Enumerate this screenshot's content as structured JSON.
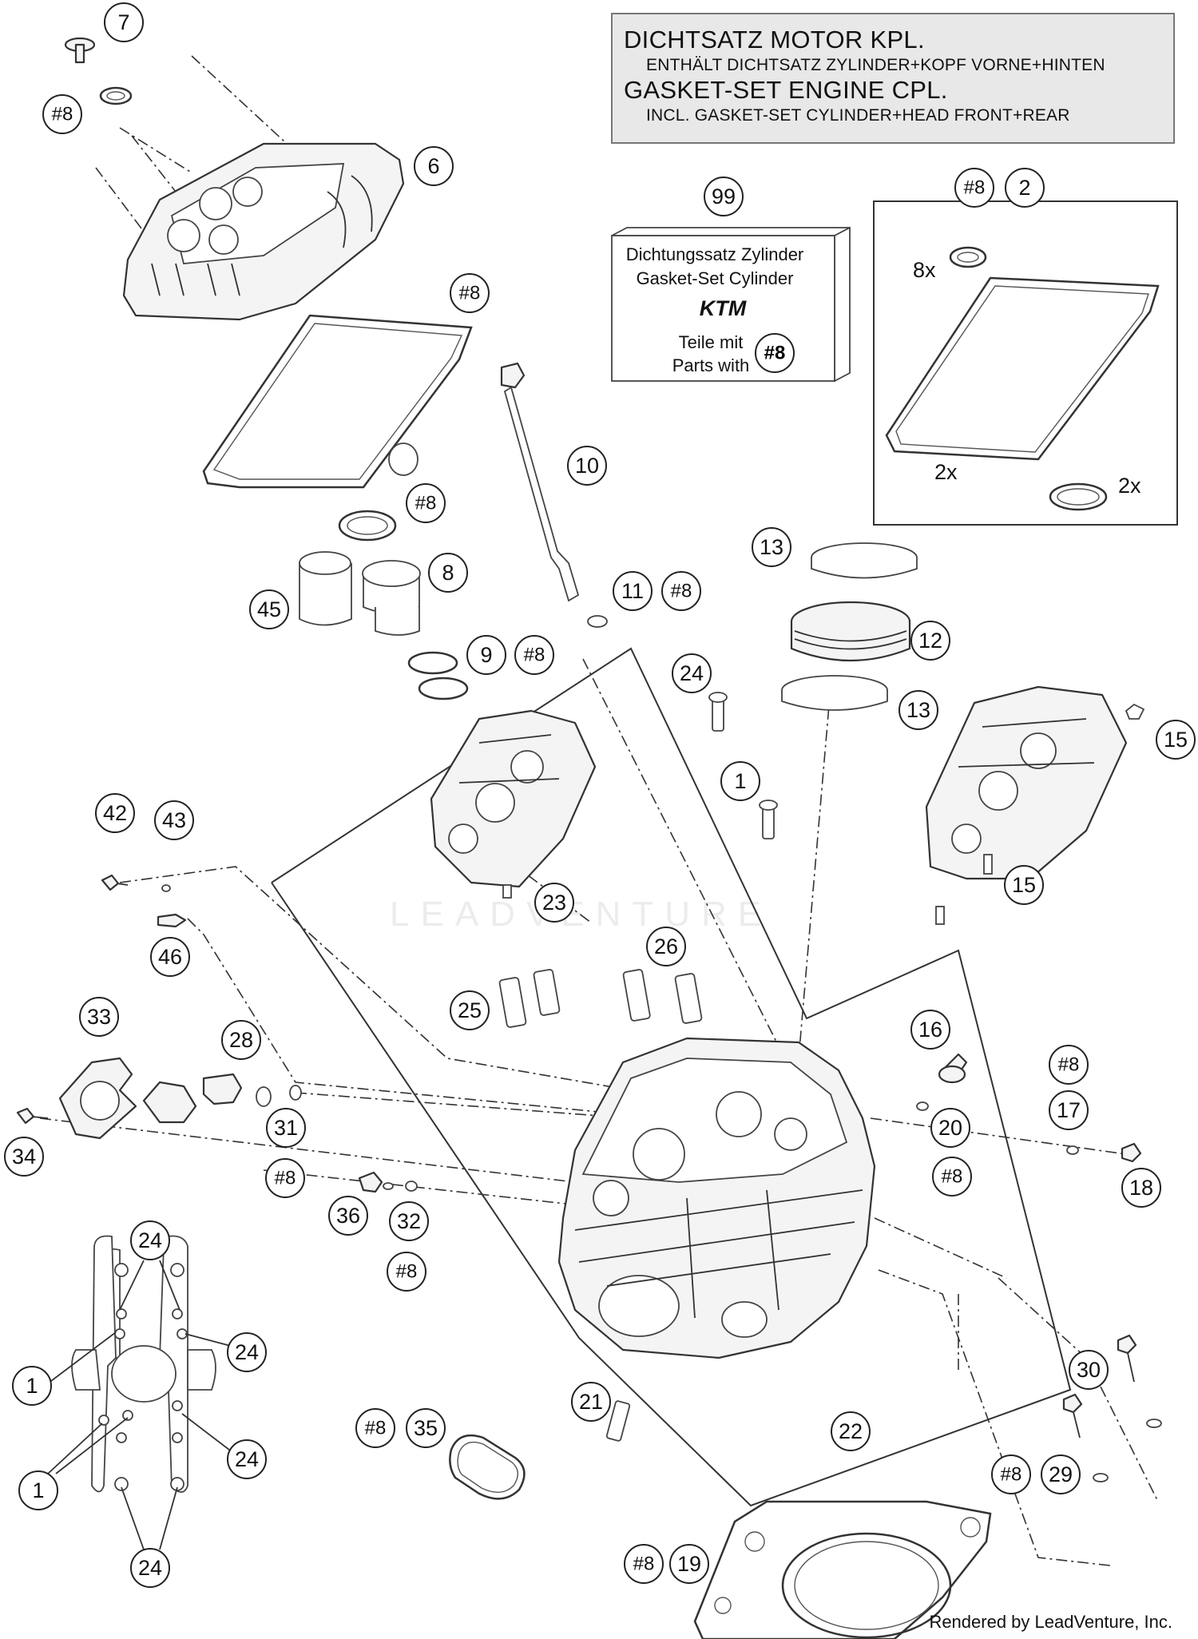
{
  "header": {
    "line1": "DICHTSATZ MOTOR KPL.",
    "line2": "ENTHÄLT DICHTSATZ ZYLINDER+KOPF VORNE+HINTEN",
    "line3": "GASKET-SET ENGINE CPL.",
    "line4": "INCL. GASKET-SET CYLINDER+HEAD FRONT+REAR"
  },
  "kit": {
    "number": "99",
    "line1": "Dichtungssatz Zylinder",
    "line2": "Gasket-Set Cylinder",
    "line3": "Teile mit",
    "line4": "Parts with",
    "ref": "#8",
    "logo": "KTM"
  },
  "quantities": {
    "q8x": "8x",
    "q2x_a": "2x",
    "q2x_b": "2x"
  },
  "watermark": "LEADVENTURE",
  "footer": "Rendered by LeadVenture, Inc.",
  "callouts": {
    "c7": "7",
    "c8a": "#8",
    "c6": "6",
    "c8b": "#8",
    "c2a": "#8",
    "c2": "2",
    "c10": "10",
    "c8c": "#8",
    "c8": "8",
    "c45": "45",
    "c9": "9",
    "c8d": "#8",
    "c11": "11",
    "c8e": "#8",
    "c13a": "13",
    "c12": "12",
    "c13b": "13",
    "c24a": "24",
    "c1a": "1",
    "c15a": "15",
    "c15b": "15",
    "c42": "42",
    "c43": "43",
    "c23": "23",
    "c46": "46",
    "c26": "26",
    "c25": "25",
    "c33": "33",
    "c28": "28",
    "c16": "16",
    "c8f": "#8",
    "c17": "17",
    "c31": "31",
    "c20": "20",
    "c34": "34",
    "c8g": "#8",
    "c8h": "#8",
    "c18": "18",
    "c36": "36",
    "c32": "32",
    "c8i": "#8",
    "c24b": "24",
    "c24c": "24",
    "c1b": "1",
    "c24d": "24",
    "c1c": "1",
    "c24e": "24",
    "c21": "21",
    "c22": "22",
    "c30": "30",
    "c8j": "#8",
    "c35": "35",
    "c8k": "#8",
    "c29": "29",
    "c8l": "#8",
    "c19": "19"
  }
}
